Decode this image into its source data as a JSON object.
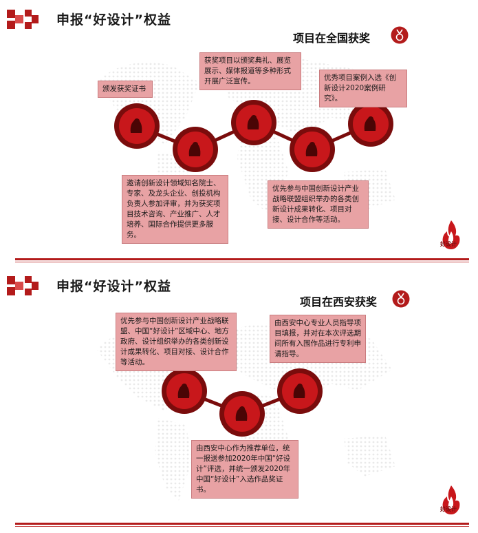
{
  "panels": [
    {
      "heading": "申报“好设计”权益",
      "section_label": "项目在全国获奖",
      "boxes": [
        "颁发获奖证书",
        "获奖项目以颁奖典礼、展览展示、媒体报道等多种形式开展广泛宣传。",
        "优秀项目案例入选《创新设计2020案例研究》。",
        "邀请创新设计领域知名院士、专家、及龙头企业、创投机构负责人参加评审，并为获奖项目技术咨询、产业推广、人才培养、国际合作提供更多服务。",
        "优先参与中国创新设计产业战略联盟组织举办的各类创新设计成果转化、项目对接、设计合作等活动。"
      ],
      "brand": "好设计"
    },
    {
      "heading": "申报“好设计”权益",
      "section_label": "项目在西安获奖",
      "boxes": [
        "优先参与中国创新设计产业战略联盟、中国“好设计”区域中心、地方政府、设计组织举办的各类创新设计成果转化、项目对接、设计合作等活动。",
        "由西安中心专业人员指导项目填报，并对在本次评选期间所有入围作品进行专利申请指导。",
        "由西安中心作为推荐单位，统一报送参加2020年中国“好设计”评选，并统一颁发2020年中国“好设计”入选作品奖证书。"
      ],
      "brand": "好设计"
    }
  ],
  "icons": [
    "logo-blocks-icon",
    "map-background-icon",
    "medal-icon",
    "award-hand-icon",
    "brand-flame-icon"
  ],
  "colors": {
    "accent": "#b31b1b",
    "box_fill": "#e8a2a4",
    "circle_dark": "#7a0c0c",
    "circle_fill": "#c8171b"
  }
}
